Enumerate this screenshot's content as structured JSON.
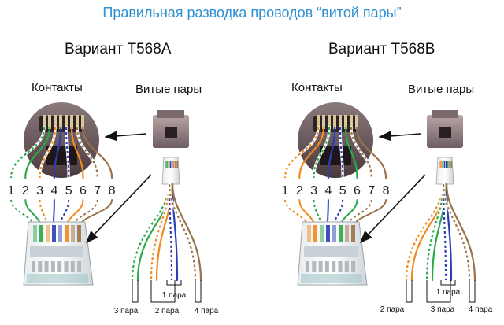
{
  "title": "Правильная разводка проводов “витой пары”",
  "colors": {
    "orange": "#f08a1c",
    "green": "#2aa84a",
    "blue": "#2a3fb5",
    "brown": "#9a7248",
    "title": "#2e8fd4"
  },
  "variants": [
    {
      "name": "Вариант T568A",
      "contacts_label": "Контакты",
      "pairs_label": "Витые пары",
      "pin_numbers": [
        "1",
        "2",
        "3",
        "4",
        "5",
        "6",
        "7",
        "8"
      ],
      "pin_colors": [
        "green-white",
        "green",
        "orange-white",
        "blue",
        "blue-white",
        "orange",
        "brown-white",
        "brown"
      ],
      "pair_labels": [
        "1 пара",
        "2 пара",
        "3 пара",
        "4 пара"
      ]
    },
    {
      "name": "Вариант T568B",
      "contacts_label": "Контакты",
      "pairs_label": "Витые пары",
      "pin_numbers": [
        "1",
        "2",
        "3",
        "4",
        "5",
        "6",
        "7",
        "8"
      ],
      "pin_colors": [
        "orange-white",
        "orange",
        "green-white",
        "blue",
        "blue-white",
        "green",
        "brown-white",
        "brown"
      ],
      "pair_labels": [
        "1 пара",
        "2 пара",
        "3 пара",
        "4 пара"
      ]
    }
  ]
}
